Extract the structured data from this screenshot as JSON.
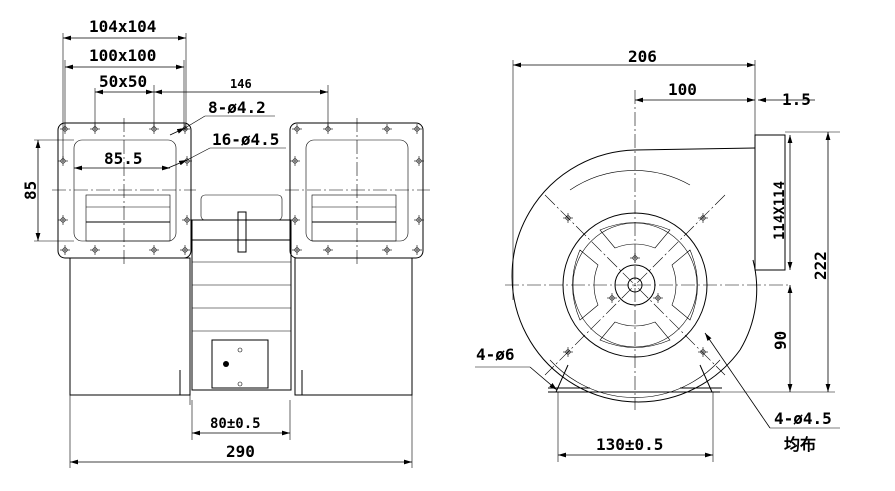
{
  "front_view": {
    "dim_flange_outer": "104x104",
    "dim_flange_holes": "100x100",
    "dim_hole_spacing": "50x50",
    "dim_center_distance": "146",
    "hole_note_small": "8-ø4.2",
    "hole_note_large": "16-ø4.5",
    "dim_opening_width": "85.5",
    "dim_opening_height": "85",
    "dim_mount_spacing": "80±0.5",
    "dim_total_width": "290"
  },
  "side_view": {
    "dim_total_depth": "206",
    "dim_center_to_outlet": "100",
    "dim_flange_thickness": "1.5",
    "dim_outlet_size": "114X114",
    "dim_total_height": "222",
    "dim_center_height": "90",
    "foot_hole_note": "4-ø6",
    "wheel_hole_note": "4-ø4.5",
    "wheel_hole_note_sub": "均布",
    "dim_foot_spacing": "130±0.5"
  }
}
